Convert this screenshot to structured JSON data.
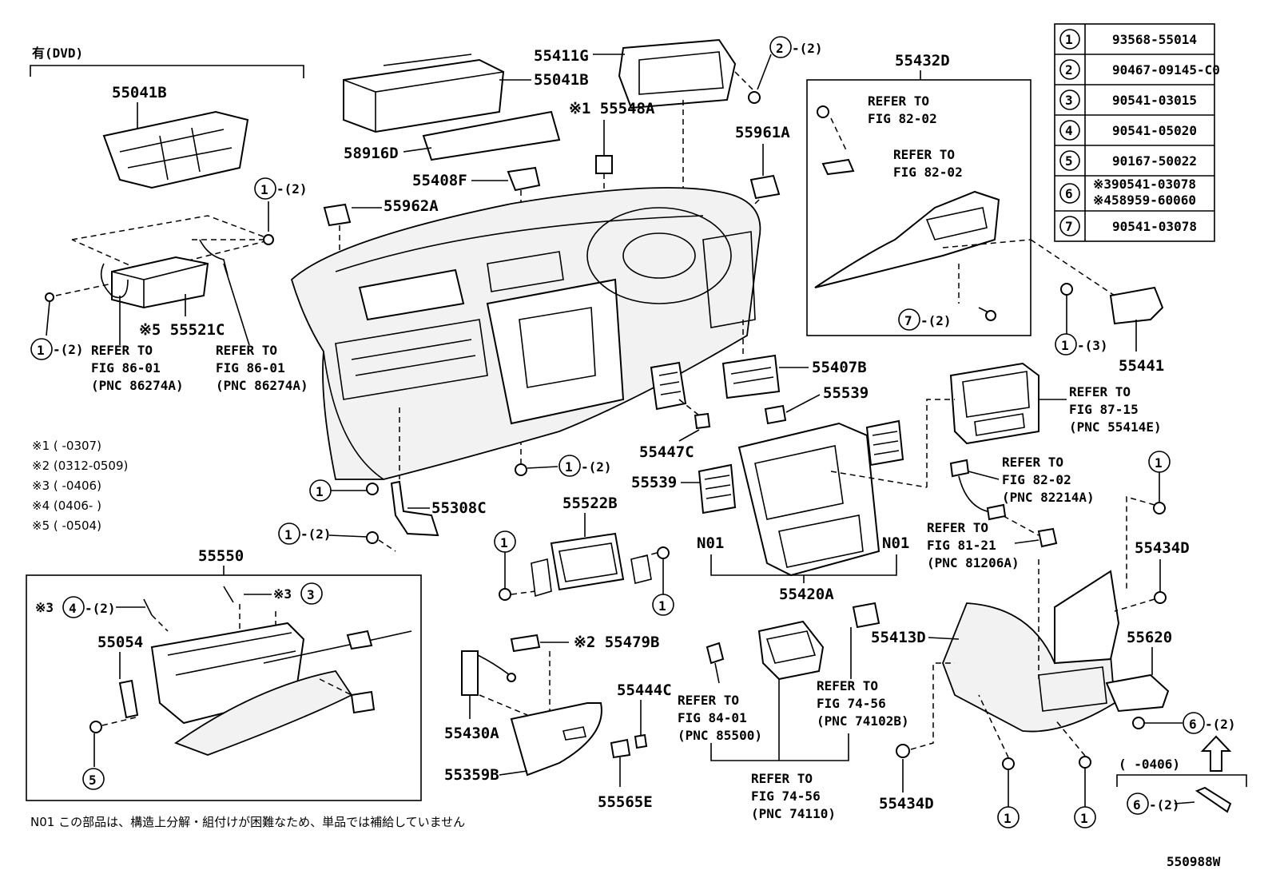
{
  "diagram_id": "550988W",
  "dvd_label": "有(DVD)",
  "footnote": "N01 この部品は、構造上分解・組付けが困難なため、単品では補給していません",
  "legend": [
    {
      "num": "1",
      "parts": [
        "93568-55014"
      ]
    },
    {
      "num": "2",
      "parts": [
        "90467-09145-C0"
      ]
    },
    {
      "num": "3",
      "parts": [
        "90541-03015"
      ]
    },
    {
      "num": "4",
      "parts": [
        "90541-05020"
      ]
    },
    {
      "num": "5",
      "parts": [
        "90167-50022"
      ]
    },
    {
      "num": "6",
      "parts": [
        "※390541-03078",
        "※458959-60060"
      ]
    },
    {
      "num": "7",
      "parts": [
        "90541-03078"
      ]
    }
  ],
  "date_notes": [
    "※1 (      -0307)",
    "※2 (0312-0509)",
    "※3 (      -0406)",
    "※4 (0406-      )",
    "※5 (      -0504)"
  ],
  "labels": {
    "p55411G": "55411G",
    "p55041B_top": "55041B",
    "p55041B_left": "55041B",
    "p58916D": "58916D",
    "p55548A": "※1 55548A",
    "p55408F": "55408F",
    "p55962A": "55962A",
    "p55961A": "55961A",
    "p55432D": "55432D",
    "p55441": "55441",
    "p55521C": "※5 55521C",
    "p55407B": "55407B",
    "p55539a": "55539",
    "p55539b": "55539",
    "p55447C": "55447C",
    "p55308C": "55308C",
    "p55522B": "55522B",
    "p55420A": "55420A",
    "p55550": "55550",
    "p55054": "55054",
    "p55479B": "※2 55479B",
    "p55444C": "55444C",
    "p55430A": "55430A",
    "p55359B": "55359B",
    "p55565E": "55565E",
    "p55413D": "55413D",
    "p55434D_a": "55434D",
    "p55434D_b": "55434D",
    "p55620": "55620",
    "n01a": "N01",
    "n01b": "N01",
    "r_86_01a_1": "REFER TO",
    "r_86_01a_2": "FIG 86-01",
    "r_86_01a_3": "(PNC 86274A)",
    "r_86_01b_1": "REFER TO",
    "r_86_01b_2": "FIG 86-01",
    "r_86_01b_3": "(PNC 86274A)",
    "r_82_02a_1": "REFER TO",
    "r_82_02a_2": "FIG 82-02",
    "r_82_02b_1": "REFER TO",
    "r_82_02b_2": "FIG 82-02",
    "r_87_15_1": "REFER TO",
    "r_87_15_2": "FIG 87-15",
    "r_87_15_3": "(PNC 55414E)",
    "r_82_02c_1": "REFER TO",
    "r_82_02c_2": "FIG 82-02",
    "r_82_02c_3": "(PNC 82214A)",
    "r_81_21_1": "REFER TO",
    "r_81_21_2": "FIG 81-21",
    "r_81_21_3": "(PNC 81206A)",
    "r_84_01_1": "REFER TO",
    "r_84_01_2": "FIG 84-01",
    "r_84_01_3": "(PNC 85500)",
    "r_74_56a_1": "REFER TO",
    "r_74_56a_2": "FIG 74-56",
    "r_74_56a_3": "(PNC 74102B)",
    "r_74_56b_1": "REFER TO",
    "r_74_56b_2": "FIG 74-56",
    "r_74_56b_3": "(PNC 74110)",
    "q2": "-(2)",
    "q3": "-(3)",
    "range_0406": "(      -0406)",
    "x3": "※3"
  }
}
